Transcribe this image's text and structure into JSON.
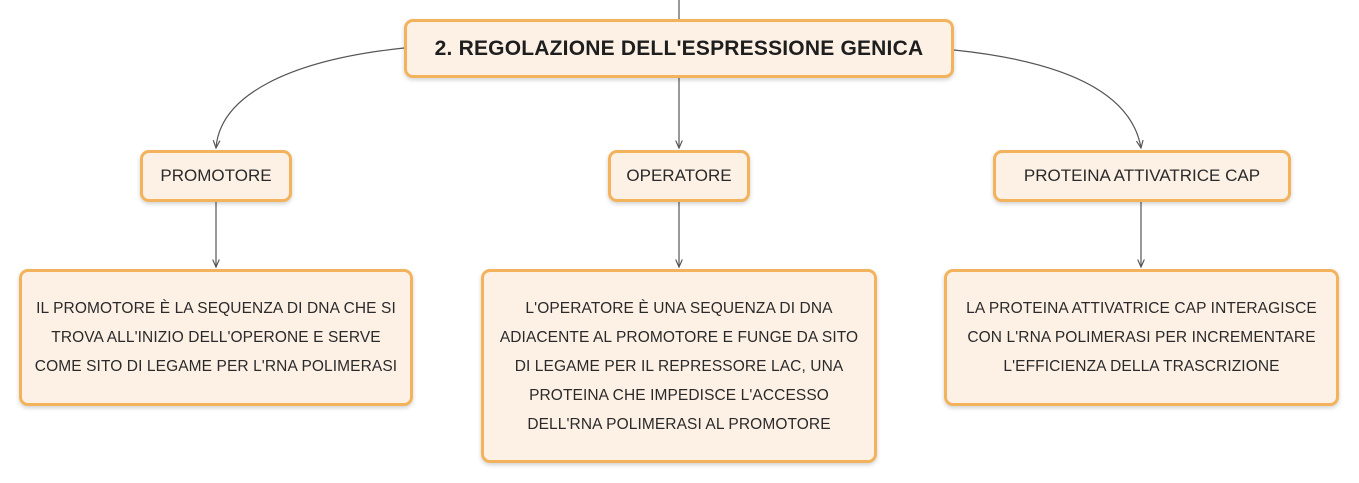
{
  "map": {
    "root": {
      "label": "2. REGOLAZIONE DELL'ESPRESSIONE GENICA"
    },
    "branches": [
      {
        "label": "PROMOTORE",
        "description": "IL PROMOTORE È LA SEQUENZA DI DNA CHE SI TROVA ALL'INIZIO DELL'OPERONE E SERVE COME SITO DI LEGAME PER L'RNA POLIMERASI"
      },
      {
        "label": "OPERATORE",
        "description": "L'OPERATORE È UNA SEQUENZA DI DNA ADIACENTE AL PROMOTORE E FUNGE DA SITO DI LEGAME PER IL REPRESSORE LAC, UNA PROTEINA CHE IMPEDISCE L'ACCESSO DELL'RNA POLIMERASI AL PROMOTORE"
      },
      {
        "label": "PROTEINA ATTIVATRICE CAP",
        "description": "LA PROTEINA ATTIVATRICE CAP INTERAGISCE CON L'RNA POLIMERASI PER INCREMENTARE L'EFFICIENZA DELLA TRASCRIZIONE"
      }
    ]
  },
  "colors": {
    "node_fill": "#fdf1e6",
    "node_border": "#f3b35c",
    "connector": "#555555"
  }
}
